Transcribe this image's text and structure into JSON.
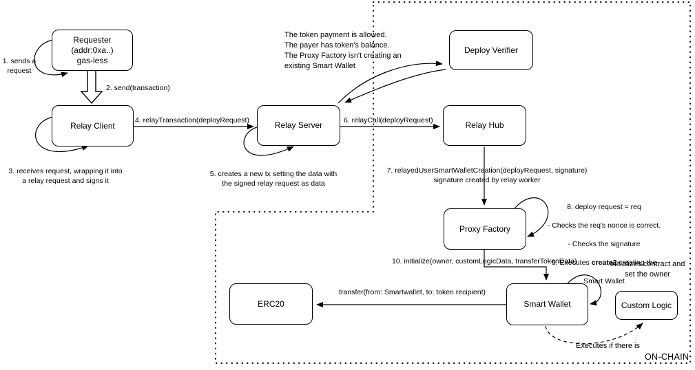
{
  "diagram": {
    "onchain_label": "ON-CHAIN",
    "nodes": {
      "requester": {
        "label": "Requester\n(addr:0xa..)\ngas-less"
      },
      "relay_client": {
        "label": "Relay Client"
      },
      "relay_server": {
        "label": "Relay Server"
      },
      "deploy_verifier": {
        "label": "Deploy Verifier"
      },
      "relay_hub": {
        "label": "Relay Hub"
      },
      "proxy_factory": {
        "label": "Proxy Factory"
      },
      "smart_wallet": {
        "label": "Smart Wallet"
      },
      "erc20": {
        "label": "ERC20"
      },
      "custom_logic": {
        "label": "Custom Logic"
      }
    },
    "labels": {
      "step1": "1. sends a\nrequest",
      "step2": "2. send(transaction)",
      "step3": "3. receives request, wrapping it into\na relay request and signs it",
      "step4": "4. relayTransaction(deployRequest)",
      "step5": "5. creates a new tx setting the data with\nthe signed relay request as data",
      "step6": "6. relayCall(deployRequest)",
      "verifier_note": "The token payment is allowed.\nThe payer has token's balance.\nThe Proxy Factory isn't creating an\nexisting Smart Wallet",
      "step7": "7. relayedUserSmartWalletCreation(deployRequest, signature)\nsignature created by relay worker",
      "step8_line1": "8. deploy request = req",
      "step8_line2": "- Checks the req's nonce is correct.",
      "step8_line3": "- Checks the signature",
      "step9_pre": "9. Executes ",
      "step9_bold": "create2",
      "step9_post": " creating the",
      "step9_line2": "Smart Wallet",
      "step10": "10. initialize(owner, customLogicData, transferTokenData)",
      "init_note": "Initializes contract and\nset the owner",
      "transfer_label": "transfer(from: Smartwallet, to: token recipient)",
      "executes_note": "Executes if there is"
    },
    "colors": {
      "stroke": "#000000",
      "background": "#ffffff"
    }
  }
}
